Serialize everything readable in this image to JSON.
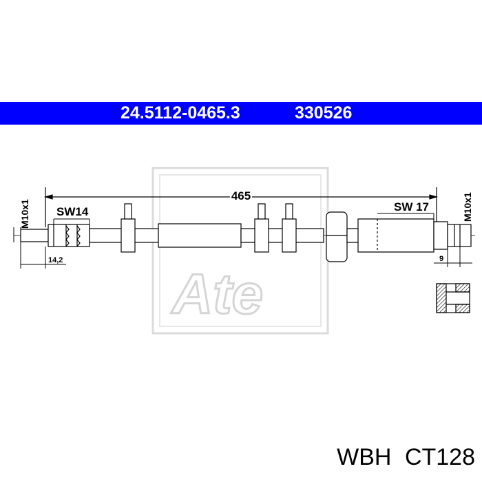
{
  "banner": {
    "part_number": "24.5112-0465.3",
    "ref_number": "330526",
    "color": "#0000ff"
  },
  "drawing": {
    "length_label": "465",
    "left_wrench": "SW14",
    "right_wrench": "SW 17",
    "left_thread": "M10x1",
    "right_thread": "M10x1",
    "left_dim": "14,2",
    "right_dim": "9",
    "watermark": "Ate"
  },
  "caption": {
    "brand": "WBH",
    "model": "CT128"
  }
}
